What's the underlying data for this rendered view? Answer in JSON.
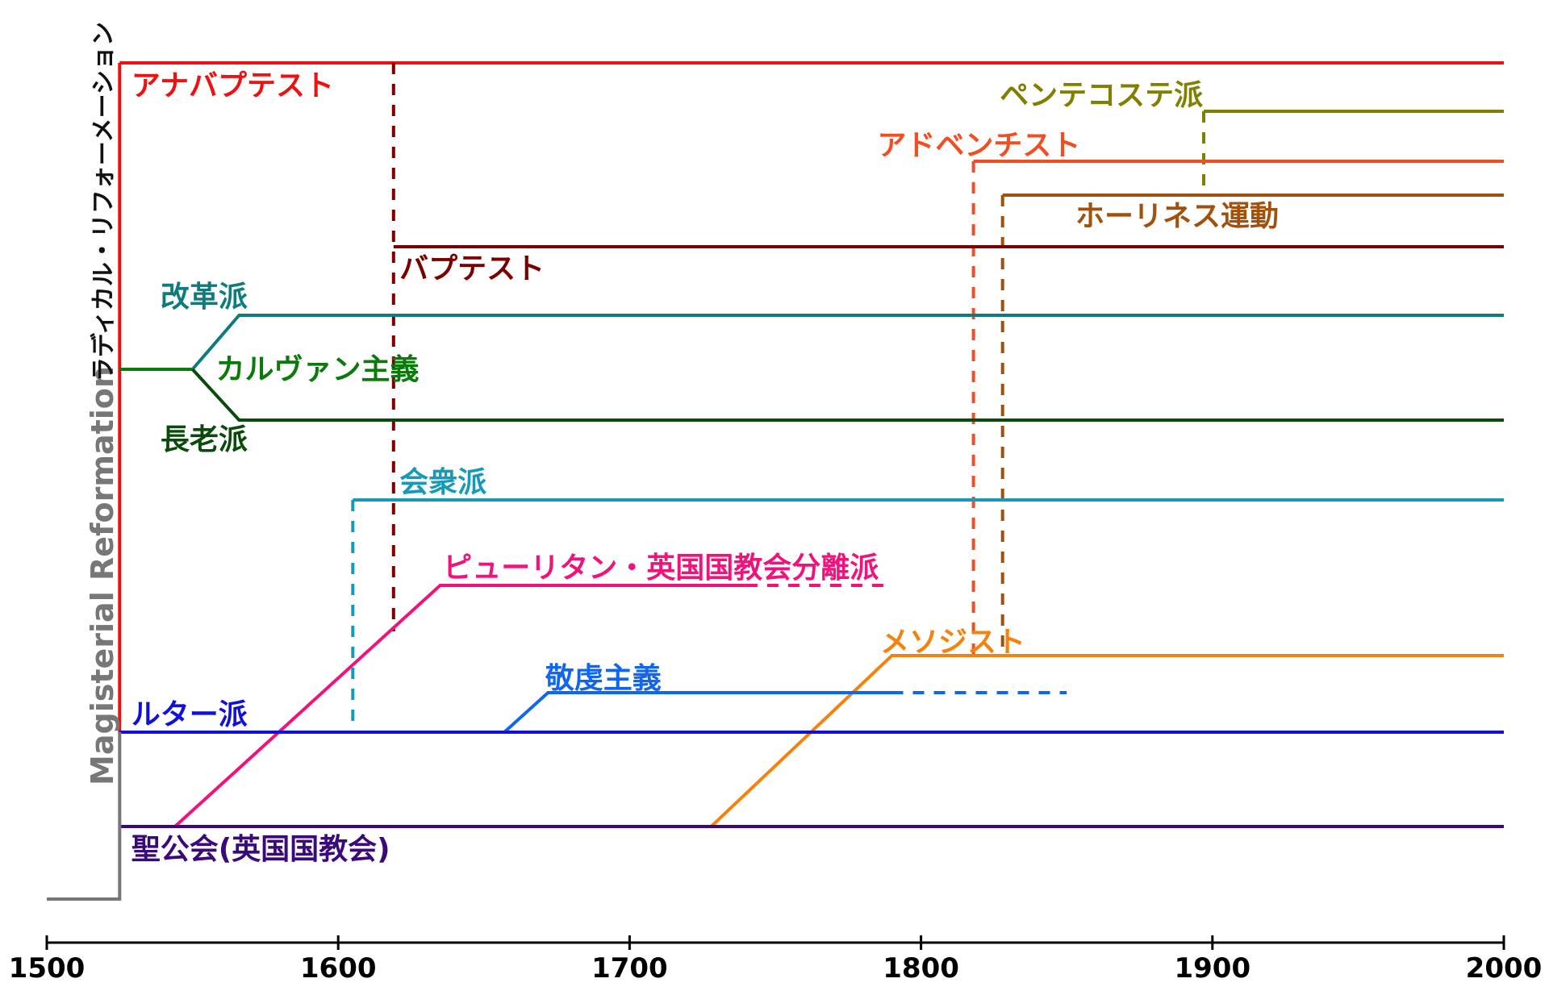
{
  "chart_data": {
    "type": "line",
    "title": "",
    "xlabel": "",
    "ylabel": "",
    "xlim": [
      1500,
      2000
    ],
    "x_ticks": [
      1500,
      1600,
      1700,
      1800,
      1900,
      2000
    ],
    "grid": false,
    "side_labels": {
      "magisterial": "Magisterial Reformation",
      "radical": "ラディカル・リフォーメーション"
    },
    "series": [
      {
        "name": "アナバプテスト",
        "color": "#ee1111"
      },
      {
        "name": "ペンテコステ派",
        "color": "#808000"
      },
      {
        "name": "アドベンチスト",
        "color": "#f04e23"
      },
      {
        "name": "ホーリネス運動",
        "color": "#a0520d"
      },
      {
        "name": "バプテスト",
        "color": "#7a0000"
      },
      {
        "name": "改革派",
        "color": "#0e7c7c"
      },
      {
        "name": "カルヴァン主義",
        "color": "#0a7a0a"
      },
      {
        "name": "長老派",
        "color": "#0a4a0a"
      },
      {
        "name": "会衆派",
        "color": "#1899b8"
      },
      {
        "name": "ピューリタン・英国国教会分離派",
        "color": "#f0137c"
      },
      {
        "name": "メソジスト",
        "color": "#f5820d"
      },
      {
        "name": "敬虔主義",
        "color": "#1166ee"
      },
      {
        "name": "ルター派",
        "color": "#1010dd"
      },
      {
        "name": "聖公会(英国国教会)",
        "color": "#3a0a7a"
      }
    ],
    "colors": {
      "axis": "#000000",
      "magisterial_line": "#777777"
    }
  }
}
